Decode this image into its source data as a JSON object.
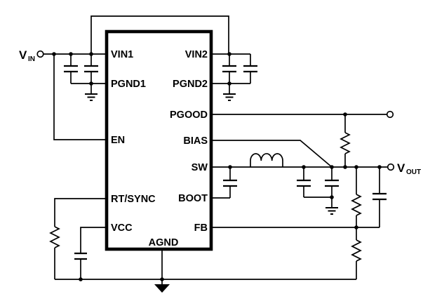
{
  "diagram": {
    "kind": "application-circuit-schematic",
    "description": "Buck regulator typical application circuit",
    "colors": {
      "line": "#000000",
      "background": "#ffffff",
      "text": "#000000"
    }
  },
  "ic": {
    "pins": {
      "vin1": "VIN1",
      "pgnd1": "PGND1",
      "en": "EN",
      "rt_sync": "RT/SYNC",
      "vcc": "VCC",
      "agnd": "AGND",
      "vin2": "VIN2",
      "pgnd2": "PGND2",
      "pgood": "PGOOD",
      "bias": "BIAS",
      "sw": "SW",
      "boot": "BOOT",
      "fb": "FB"
    }
  },
  "terminals": {
    "vin": {
      "main": "V",
      "sub": "IN"
    },
    "vout": {
      "main": "V",
      "sub": "OUT"
    },
    "pgood_out": {
      "label": ""
    }
  },
  "components": [
    "input-capacitor-1",
    "input-capacitor-2",
    "input-capacitor-3",
    "input-capacitor-4",
    "boot-capacitor",
    "inductor",
    "output-capacitor-1",
    "output-capacitor-2",
    "pgood-pullup-resistor",
    "feedback-top-resistor",
    "feedback-bottom-resistor",
    "feedforward-capacitor",
    "rt-resistor",
    "vcc-capacitor",
    "ground-symbol-input-left",
    "ground-symbol-input-right",
    "ground-symbol-output",
    "agnd-arrow-ground"
  ]
}
